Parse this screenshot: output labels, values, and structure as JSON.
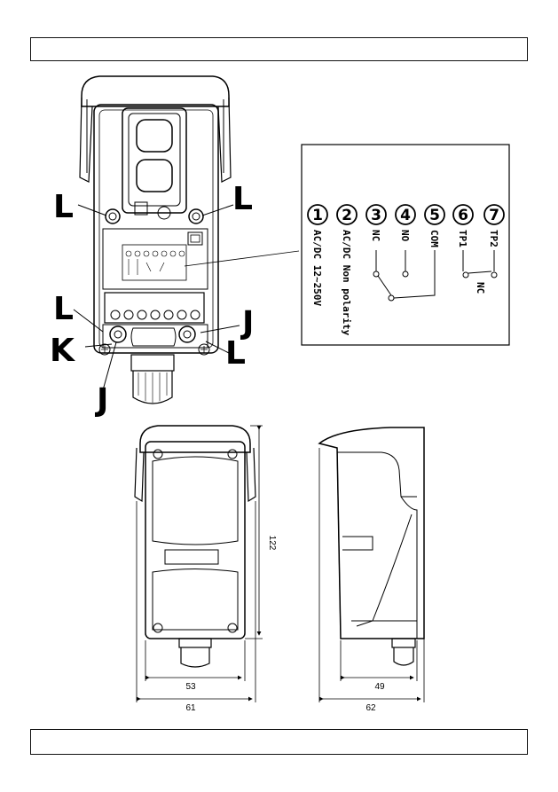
{
  "header": {
    "text": ""
  },
  "footer": {
    "text": ""
  },
  "callouts": {
    "L": "L",
    "J": "J",
    "K": "K"
  },
  "terminals": [
    {
      "number": "1",
      "label": "AC/DC 12~250V"
    },
    {
      "number": "2",
      "label": "AC/DC Non polarity"
    },
    {
      "number": "3",
      "label": "NC"
    },
    {
      "number": "4",
      "label": "NO"
    },
    {
      "number": "5",
      "label": "COM"
    },
    {
      "number": "6",
      "label": "TP1"
    },
    {
      "number": "7",
      "label": "TP2"
    }
  ],
  "tamper_label": "NC",
  "dimensions": {
    "front_height": "122",
    "front_inner_width": "53",
    "front_outer_width": "61",
    "side_inner_depth": "49",
    "side_outer_depth": "62"
  }
}
